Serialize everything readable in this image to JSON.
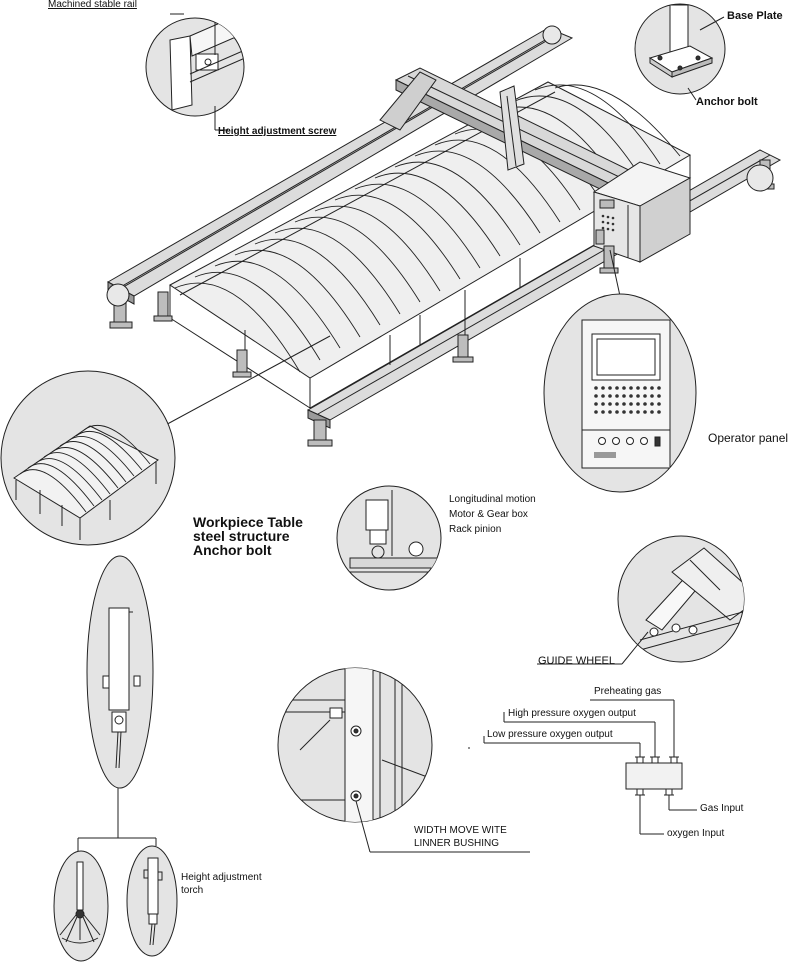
{
  "labels": {
    "machined_stable_rail": "Machined stable rail",
    "height_adjustment_screw": "Height adjustment screw",
    "base_plate": "Base Plate",
    "anchor_bolt_top": "Anchor bolt",
    "operator_panel": "Operator panel",
    "workpiece_table_line1": "Workpiece Table",
    "workpiece_table_line2": "steel structure",
    "workpiece_table_line3": "Anchor bolt",
    "longitudinal_line1": "Longitudinal motion",
    "longitudinal_line2": "Motor & Gear box",
    "longitudinal_line3": "Rack pinion",
    "guide_wheel": "GUIDE WHEEL",
    "preheating_gas": "Preheating gas",
    "high_pressure_oxygen": "High pressure oxygen output",
    "low_pressure_oxygen": "Low pressure oxygen output",
    "gas_input": "Gas Input",
    "oxygen_input": "oxygen Input",
    "width_move_line1": "WIDTH MOVE WITE",
    "width_move_line2": "LINNER BUSHING",
    "height_adjustment_torch_line1": "Height adjustment",
    "height_adjustment_torch_line2": "torch"
  },
  "colors": {
    "line": "#222222",
    "circle_fill": "#e4e4e4",
    "panel_fill": "#f2f2f2",
    "background": "#ffffff"
  }
}
